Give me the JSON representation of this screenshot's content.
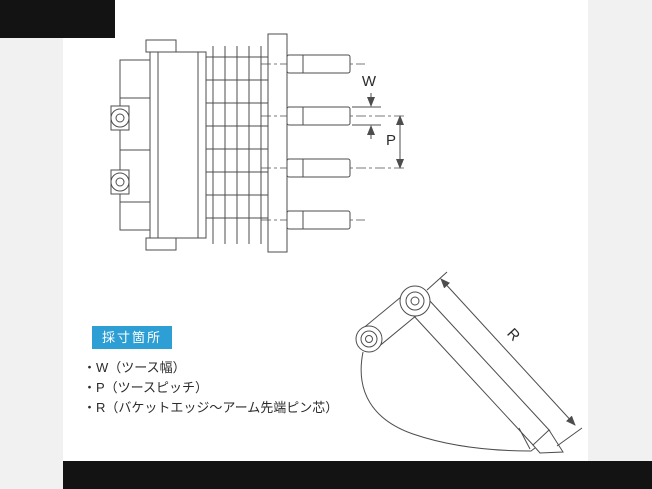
{
  "colors": {
    "page_bg": "#f1f1f2",
    "photo_bg": "#ffffff",
    "letterbox": "#131313",
    "badge_bg": "#2e9fd4",
    "badge_text": "#ffffff",
    "line": "#4d4d4d",
    "text": "#2b2b2b"
  },
  "diagram": {
    "badge_label": "採寸箇所",
    "dimension_labels": {
      "tooth_width": "W",
      "tooth_pitch": "P",
      "edge_to_pin": "R"
    },
    "legend": {
      "items": [
        "・W（ツース幅）",
        "・P（ツースピッチ）",
        "・R（バケットエッジ～アーム先端ピン芯）"
      ]
    }
  }
}
